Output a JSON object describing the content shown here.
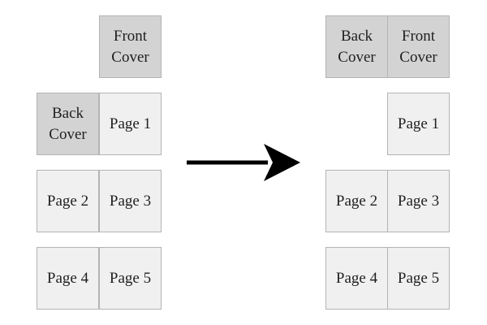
{
  "left_layout": {
    "front_cover": "Front\nCover",
    "back_cover": "Back\nCover",
    "page1": "Page 1",
    "page2": "Page 2",
    "page3": "Page 3",
    "page4": "Page 4",
    "page5": "Page 5"
  },
  "right_layout": {
    "back_cover": "Back\nCover",
    "front_cover": "Front\nCover",
    "page1": "Page 1",
    "page2": "Page 2",
    "page3": "Page 3",
    "page4": "Page 4",
    "page5": "Page 5"
  },
  "colors": {
    "cover_fill": "#d3d3d3",
    "page_fill": "#f0f0f0",
    "border": "#b4b4b4",
    "arrow": "#000000"
  }
}
